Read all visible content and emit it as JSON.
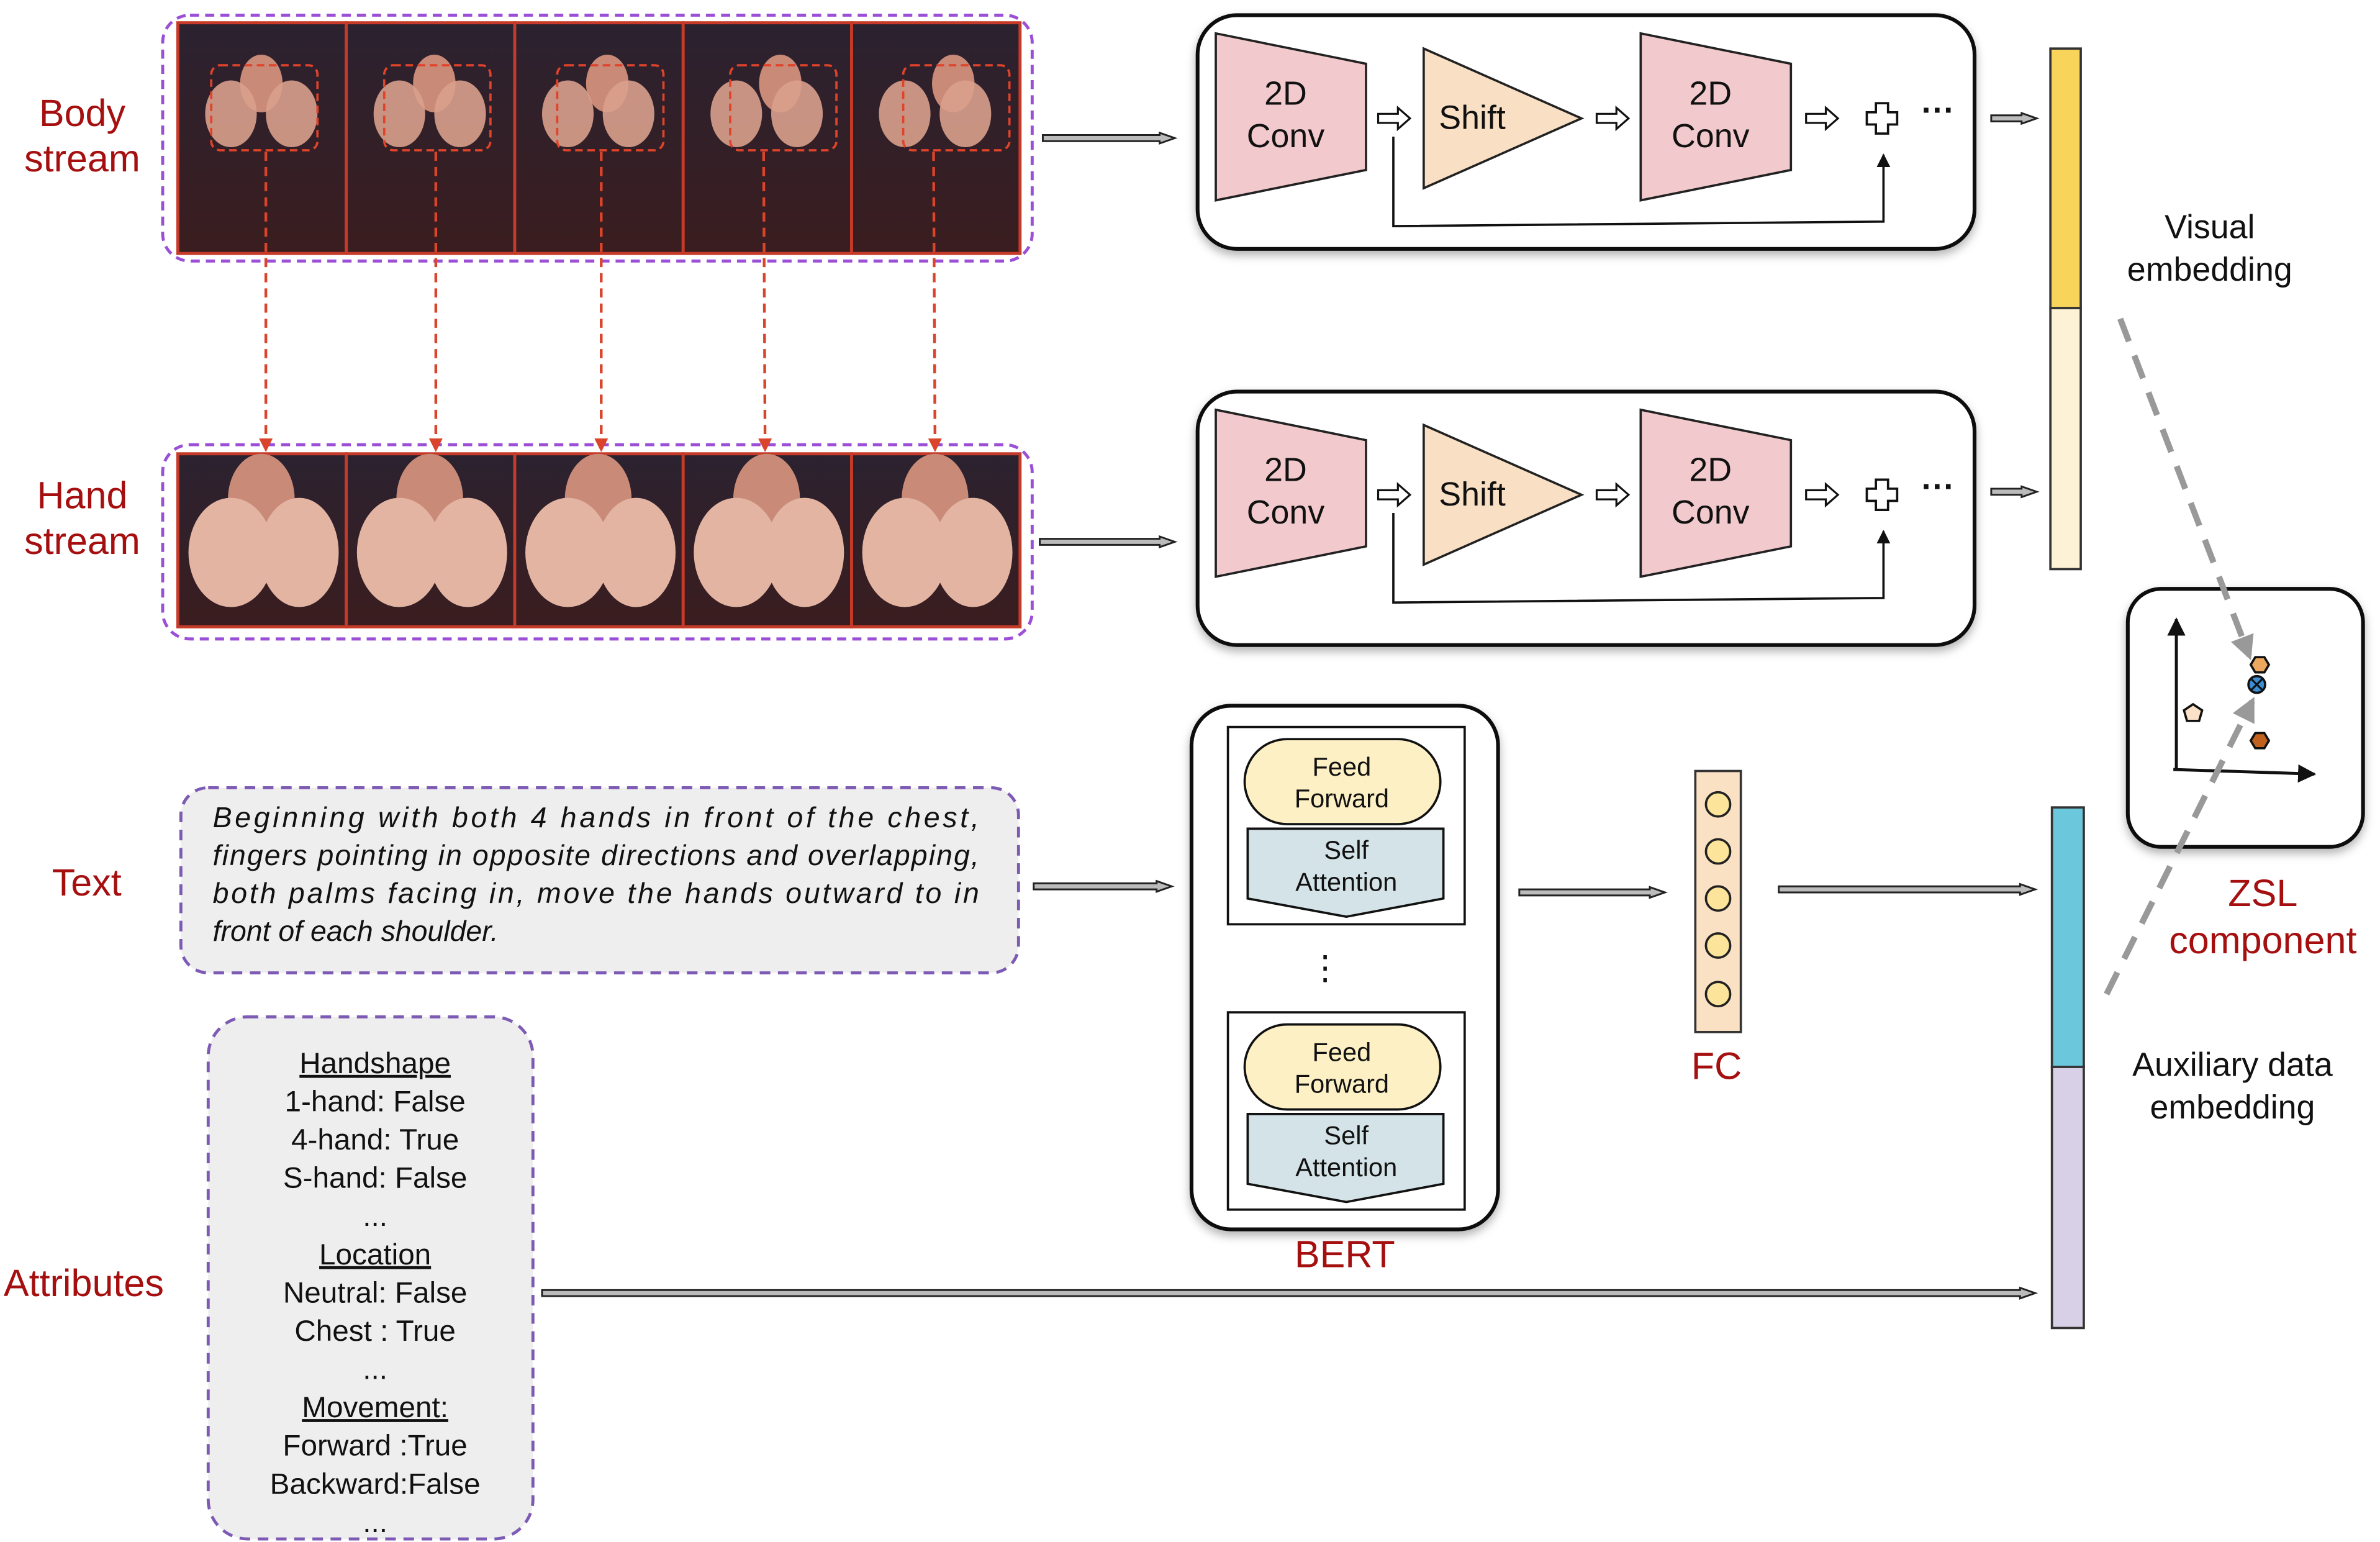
{
  "labels": {
    "body": [
      "Body",
      "stream"
    ],
    "hand": [
      "Hand",
      "stream"
    ],
    "text": "Text",
    "attributes": "Attributes",
    "bert": "BERT",
    "fc": "FC",
    "zsl": [
      "ZSL",
      "component"
    ],
    "visual_embedding": [
      "Visual",
      "embedding"
    ],
    "aux_embedding": [
      "Auxiliary data",
      "embedding"
    ]
  },
  "conv_block": {
    "conv": [
      "2D",
      "Conv"
    ],
    "shift": "Shift",
    "plus": "+",
    "ellipsis": "···"
  },
  "bert_layer": {
    "feed_forward": [
      "Feed",
      "Forward"
    ],
    "self_attention": [
      "Self",
      "Attention"
    ],
    "dots": "⋮"
  },
  "text_description": [
    "Beginning  with  both  4  hands  in  front  of  the  chest,",
    "fingers pointing in opposite directions and overlapping,",
    "both  palms  facing  in,  move  the  hands  outward  to  in",
    "front of each shoulder."
  ],
  "attributes": [
    {
      "text": "Handshape",
      "heading": true
    },
    {
      "text": "1-hand: False"
    },
    {
      "text": "4-hand: True"
    },
    {
      "text": "S-hand: False"
    },
    {
      "text": "..."
    },
    {
      "text": "Location",
      "heading": true
    },
    {
      "text": "Neutral: False"
    },
    {
      "text": "Chest    : True"
    },
    {
      "text": "..."
    },
    {
      "text": "Movement:",
      "heading": true
    },
    {
      "text": "Forward   :True"
    },
    {
      "text": "Backward:False"
    },
    {
      "text": "..."
    }
  ],
  "colors": {
    "label_red": "#a50f0f",
    "conv": "#f2c9cc",
    "shift": "#f9dfc3",
    "visual_top": "#f8d45a",
    "visual_bottom": "#fdf1d6",
    "aux_top": "#6bc8dc",
    "aux_bottom": "#d8d0e6",
    "feed_forward": "#fdf0c4",
    "self_attention": "#d4e3e7",
    "fc": "#fbe1c4"
  }
}
